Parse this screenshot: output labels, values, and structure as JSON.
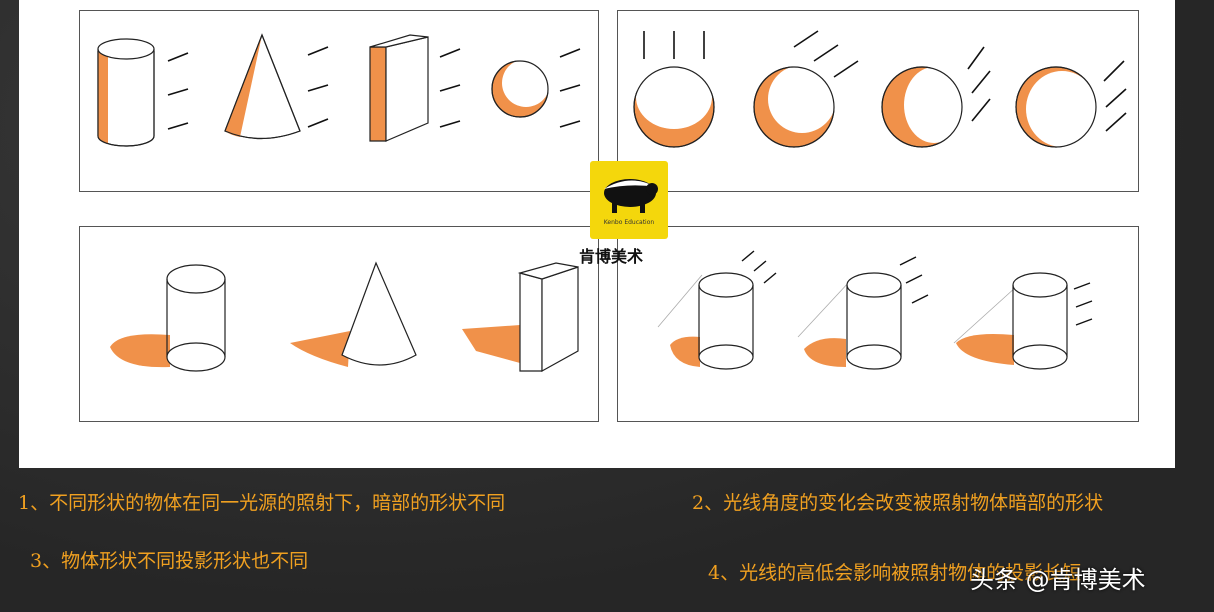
{
  "logo": {
    "brand_name": "肯博美术",
    "small_text": "Kenbo Education"
  },
  "captions": [
    "1、不同形状的物体在同一光源的照射下，暗部的形状不同",
    "2、光线角度的变化会改变被照射物体暗部的形状",
    "3、物体形状不同投影形状也不同",
    "4、光线的高低会影响被照射物体的投影长短"
  ],
  "watermark": "头条 @肯博美术",
  "colors": {
    "shadow": "#f0914a",
    "caption": "#f0a020",
    "logo_bg": "#f4d70c"
  }
}
